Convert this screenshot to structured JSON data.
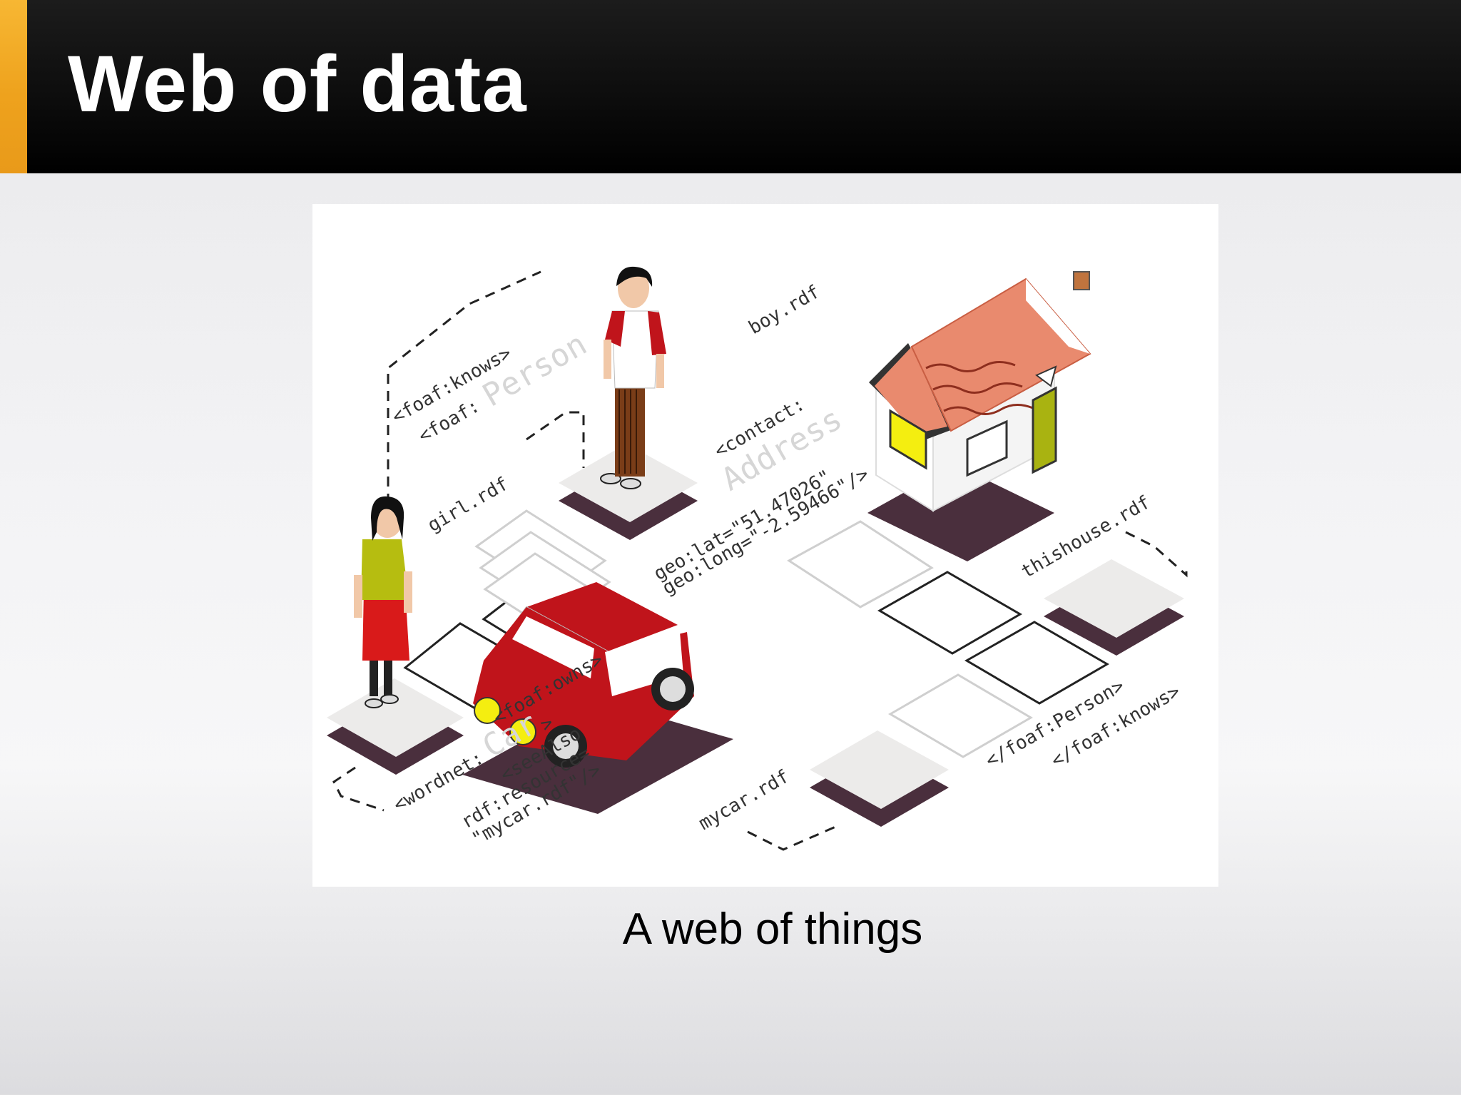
{
  "slide": {
    "title": "Web of data",
    "caption": "A web of things"
  },
  "colors": {
    "accent": "#eea21d",
    "header_bg": "#000000",
    "shadow": "#4a2f3d",
    "car_red": "#c0141b",
    "roof_tiles": "#e98a6e",
    "door_green": "#a9b311",
    "window_yellow": "#f4ee10"
  },
  "figure": {
    "labels": {
      "foaf_knows": "<foaf:knows>",
      "foaf_prefix": "<foaf:",
      "person": "Person",
      "boy_rdf": "boy.rdf",
      "girl_rdf": "girl.rdf",
      "contact": "<contact:",
      "address": "Address",
      "geo_lat": "geo:lat=\"51.47026\"",
      "geo_long": "geo:long=\"-2.59466\"/>",
      "thishouse_rdf": "thishouse.rdf",
      "foaf_owns": "<foaf:owns>",
      "wordnet": "<wordnet:",
      "car": "Car",
      "car_close": ">",
      "see_also": "<seeAlso",
      "rdf_resource": "rdf:resource=",
      "mycar_ref": "\"mycar.rdf\"/>",
      "mycar_rdf": "mycar.rdf",
      "close_person": "</foaf:Person>",
      "close_knows": "</foaf:knows>"
    }
  }
}
